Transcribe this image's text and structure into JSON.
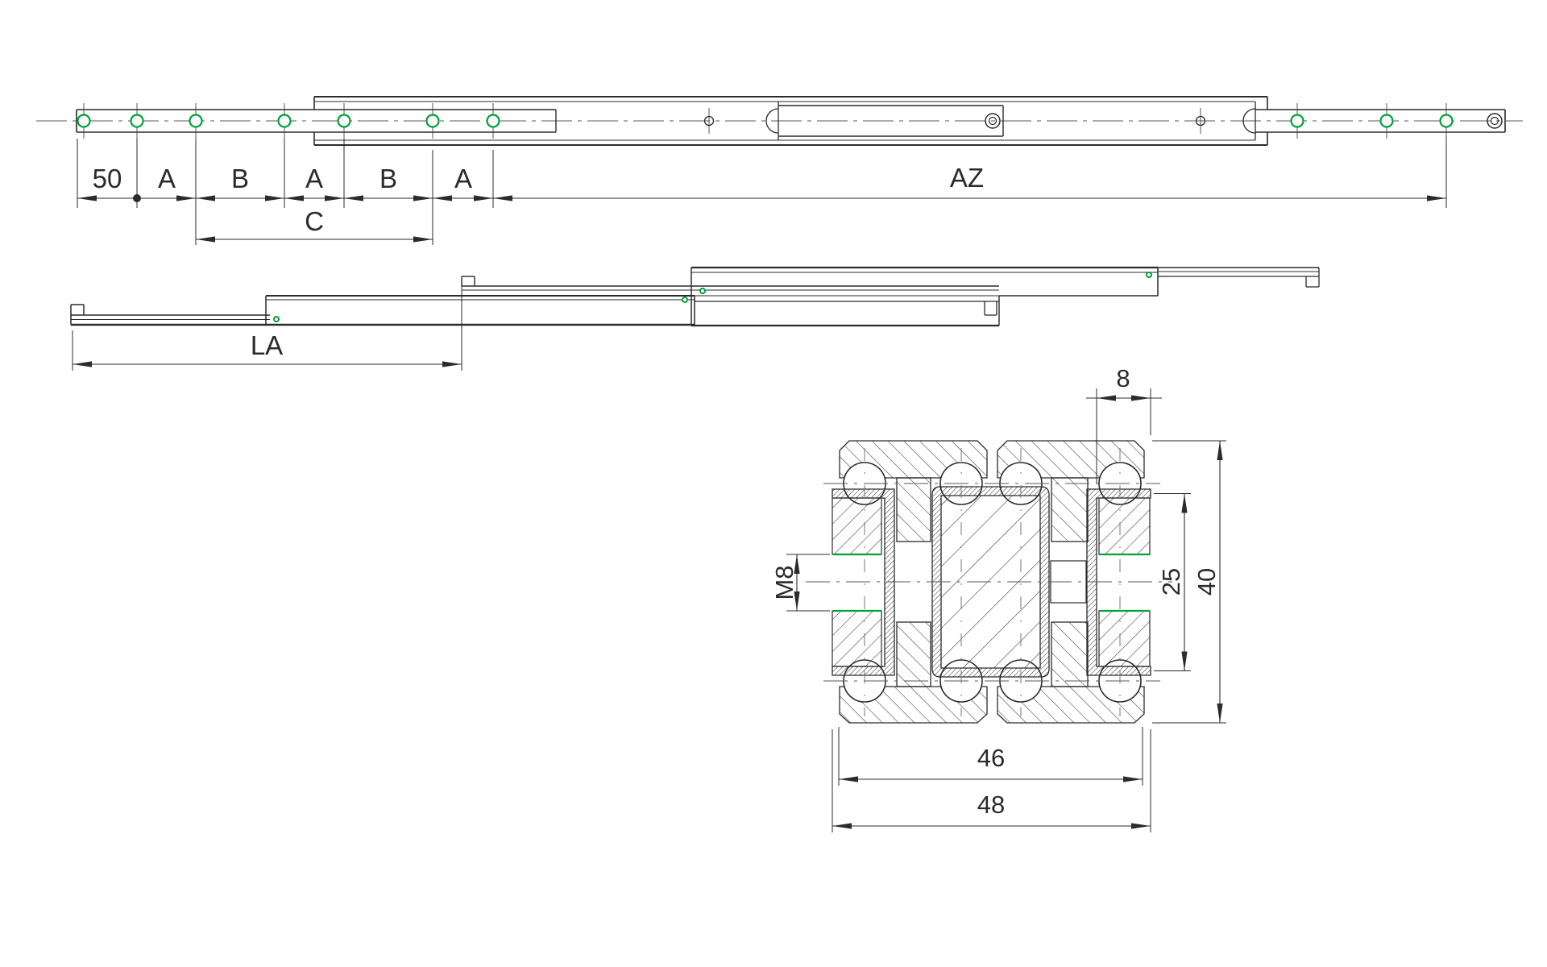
{
  "title": "Telescopic slide rail technical drawing",
  "colors": {
    "line": "#2b2b2b",
    "accent_green": "#00A13C",
    "centerline": "#5a5a5a"
  },
  "top_view": {
    "description": "plan view of extended telescopic slide with mounting holes",
    "dim_labels": {
      "end_offset": "50",
      "a1": "A",
      "b1": "B",
      "a2": "A",
      "b2": "B",
      "a3": "A",
      "extended_length": "AZ",
      "hole_span": "C"
    },
    "left_rail_hole_count": 7,
    "right_rail_hole_count": 3
  },
  "side_view": {
    "description": "side view of fully extended slide members",
    "dim_labels": {
      "installed_length": "LA"
    }
  },
  "section_view": {
    "description": "cross-section of slide profile with ball bearings",
    "dim_labels": {
      "flange_width": "8",
      "thread": "M8",
      "race_spacing": "25",
      "overall_height": "40",
      "hole_pattern_width": "46",
      "overall_width": "48"
    }
  }
}
